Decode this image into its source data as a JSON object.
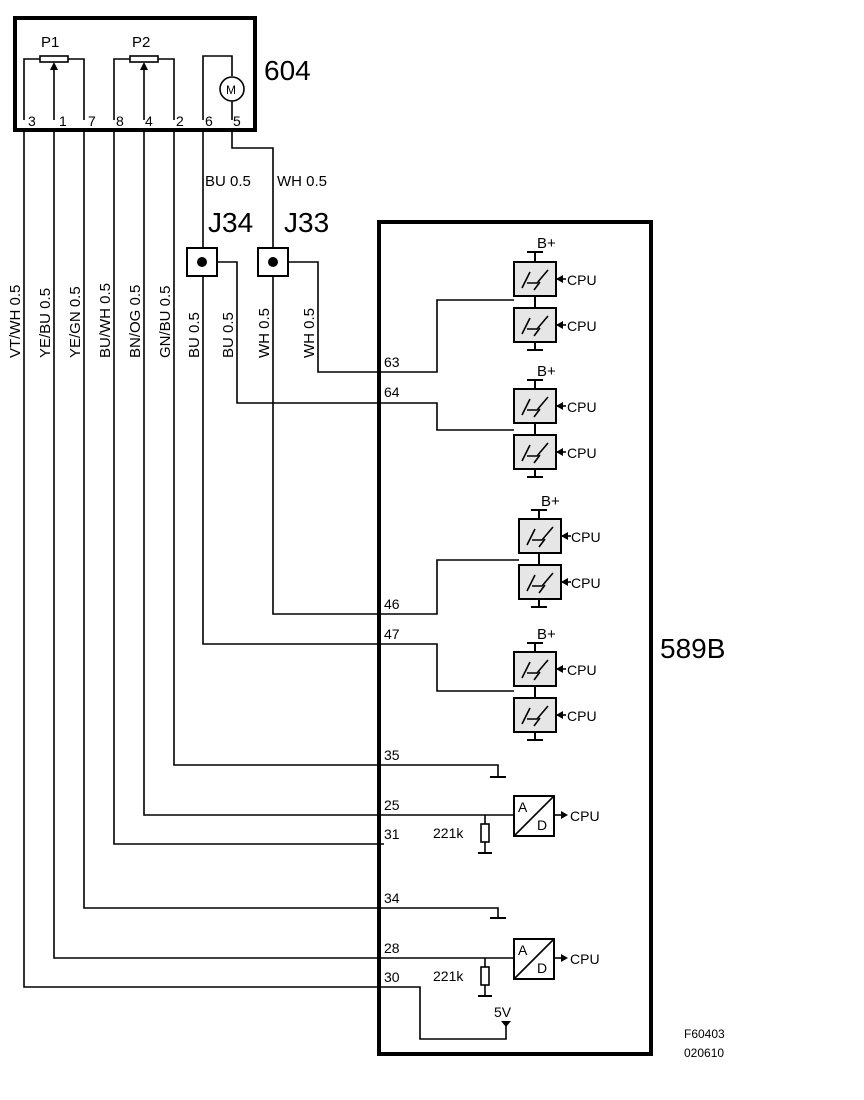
{
  "component_604": {
    "label": "604",
    "p1_label": "P1",
    "p2_label": "P2",
    "motor_label": "M",
    "pins": [
      "3",
      "1",
      "7",
      "8",
      "4",
      "2",
      "6",
      "5"
    ]
  },
  "module_589b": {
    "label": "589B"
  },
  "junctions": {
    "j34": "J34",
    "j33": "J33"
  },
  "wire_labels_upper": {
    "bu": "BU  0.5",
    "wh": "WH   0.5"
  },
  "wire_labels": [
    "VT/WH  0.5",
    "YE/BU  0.5",
    "YE/GN  0.5",
    "BU/WH  0.5",
    "BN/OG  0.5",
    "GN/BU  0.5",
    "BU  0.5",
    "BU  0.5",
    "WH  0.5",
    "WH  0.5"
  ],
  "module_pins": [
    "63",
    "64",
    "46",
    "47",
    "35",
    "25",
    "31",
    "34",
    "28",
    "30"
  ],
  "common_labels": {
    "b_plus": "B+",
    "cpu": "CPU",
    "ad_a": "A",
    "ad_d": "D",
    "resistor": "221k",
    "supply": "5V"
  },
  "footer": {
    "figure_code": "F60403",
    "date_code": "020610"
  }
}
